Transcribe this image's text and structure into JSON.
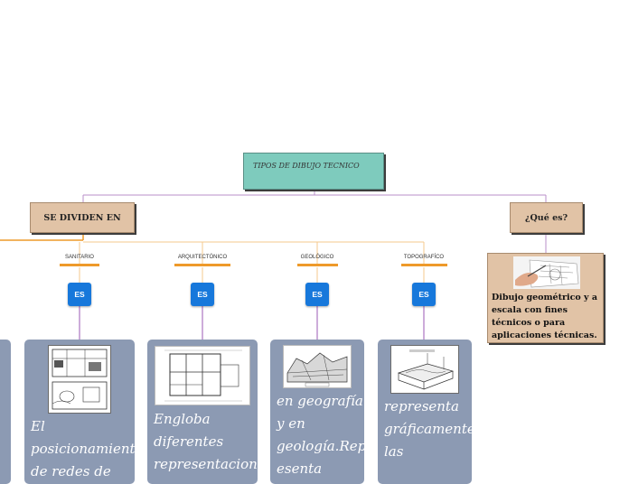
{
  "root": {
    "title": "TIPOS DE DIBUJO TECNICO"
  },
  "left_branch": {
    "label": "SE DIVIDEN EN"
  },
  "right_branch": {
    "label": "¿Qué es?",
    "definition": "Dibujo geométrico y a escala con fines técnicos o para aplicaciones técnicas."
  },
  "categories": [
    {
      "label": "SANITARIO",
      "connector": "ES",
      "text": "El posicionamiento de redes de"
    },
    {
      "label": "ARQUITECTÓNICO",
      "connector": "ES",
      "text": "Engloba diferentes representaciones"
    },
    {
      "label": "GEOLÓGICO",
      "connector": "ES",
      "text": "en geografía y en geología.Repr esenta"
    },
    {
      "label": "TOPOGRAFÍCO",
      "connector": "ES",
      "text": "representa gráficamente las"
    }
  ],
  "colors": {
    "root": "#7ecbbd",
    "tan": "#e1c3a6",
    "orange": "#ee9a2a",
    "es": "#1778db",
    "card": "#8c9ab3",
    "purple": "#9b59b6"
  }
}
